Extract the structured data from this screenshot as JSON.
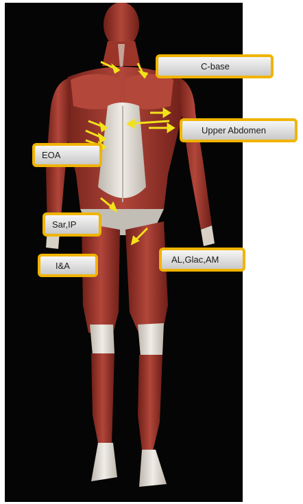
{
  "figure": {
    "background_color": "#050505",
    "muscle_color": "#a8382b",
    "tendon_color": "#e3e0da",
    "highlight_color": "#f0b400",
    "arrow_color": "#f2e21a"
  },
  "labels": {
    "c_base": "C-base",
    "upper_abdomen": "Upper Abdomen",
    "eoa": "EOA",
    "sar_ip": "Sar,IP",
    "i_and_a": "I&A",
    "al_glac_am": "AL,Glac,AM"
  }
}
